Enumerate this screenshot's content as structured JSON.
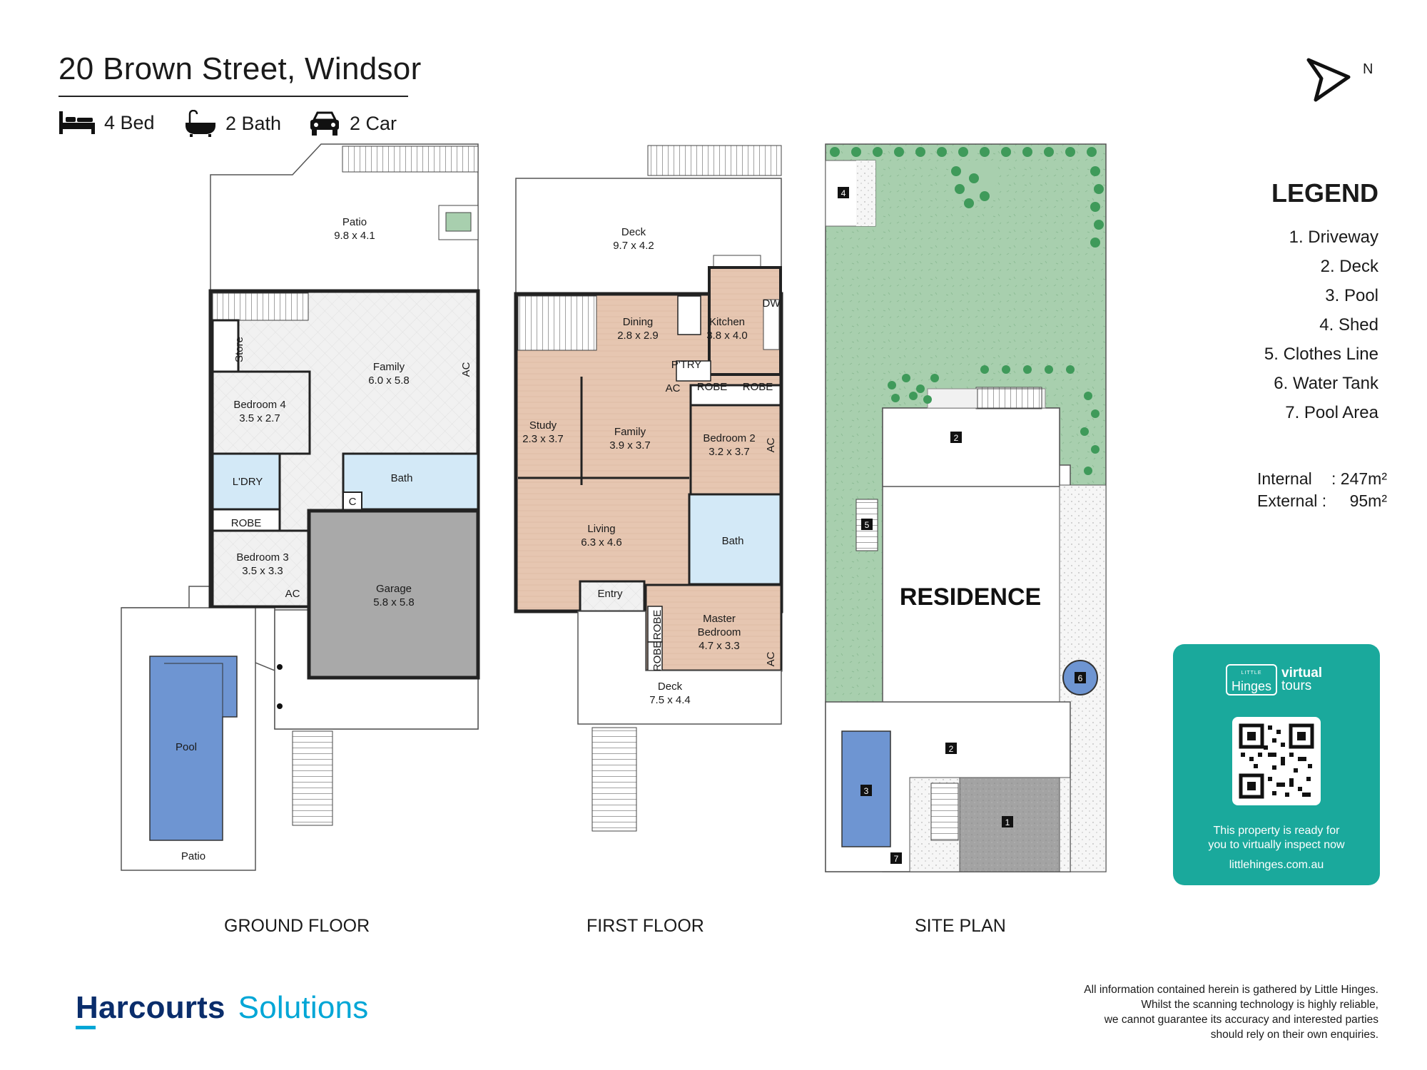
{
  "header": {
    "title": "20 Brown Street, Windsor",
    "features": [
      {
        "icon": "bed-icon",
        "label": "4 Bed"
      },
      {
        "icon": "bath-icon",
        "label": "2 Bath"
      },
      {
        "icon": "car-icon",
        "label": "2 Car"
      }
    ],
    "compass_label": "N"
  },
  "legend": {
    "title": "LEGEND",
    "items": [
      "1. Driveway",
      "2. Deck",
      "3. Pool",
      "4. Shed",
      "5. Clothes Line",
      "6. Water Tank",
      "7. Pool Area"
    ]
  },
  "areas": {
    "internal_label": "Internal",
    "internal_value": ": 247m²",
    "external_label": "External :",
    "external_value": "95m²"
  },
  "plans": {
    "ground_floor": {
      "label": "GROUND FLOOR",
      "rooms": {
        "patio_top": "Patio",
        "patio_top_dim": "9.8 x 4.1",
        "family": "Family",
        "family_dim": "6.0 x 5.8",
        "store": "Store",
        "bedroom4": "Bedroom 4",
        "bedroom4_dim": "3.5 x 2.7",
        "ldry": "L'DRY",
        "bath": "Bath",
        "c": "C",
        "robe": "ROBE",
        "bedroom3": "Bedroom 3",
        "bedroom3_dim": "3.5 x 3.3",
        "garage": "Garage",
        "garage_dim": "5.8 x 5.8",
        "pool": "Pool",
        "patio_bottom": "Patio",
        "ac1": "AC",
        "ac2": "AC"
      }
    },
    "first_floor": {
      "label": "FIRST FLOOR",
      "rooms": {
        "deck_top": "Deck",
        "deck_top_dim": "9.7 x 4.2",
        "dining": "Dining",
        "dining_dim": "2.8 x 2.9",
        "kitchen": "Kitchen",
        "kitchen_dim": "3.8 x 4.0",
        "dw": "DW",
        "ptry": "P'TRY",
        "robe1": "ROBE",
        "robe2": "ROBE",
        "study": "Study",
        "study_dim": "2.3 x 3.7",
        "family": "Family",
        "family_dim": "3.9 x 3.7",
        "bedroom2": "Bedroom 2",
        "bedroom2_dim": "3.2 x 3.7",
        "bath": "Bath",
        "living": "Living",
        "living_dim": "6.3 x 4.6",
        "entry": "Entry",
        "master": "Master",
        "master2": "Bedroom",
        "master_dim": "4.7 x 3.3",
        "robe3": "ROBE",
        "robe4": "ROBE",
        "deck_bottom": "Deck",
        "deck_bottom_dim": "7.5 x 4.4",
        "ac1": "AC",
        "ac2": "AC",
        "ac3": "AC"
      }
    },
    "site_plan": {
      "label": "SITE PLAN",
      "residence": "RESIDENCE",
      "markers": [
        "1",
        "2",
        "2",
        "3",
        "4",
        "5",
        "6",
        "7"
      ]
    }
  },
  "virtual_tour": {
    "brand_small": "LITTLE",
    "brand": "Hinges",
    "brand_right1": "virtual",
    "brand_right2": "tours",
    "line1": "This property is ready for",
    "line2": "you to virtually inspect now",
    "url": "littlehinges.com.au"
  },
  "footer": {
    "brand_bold": "Harcourts",
    "brand_light": "Solutions",
    "disclaimer": [
      "All information contained herein is gathered by Little Hinges.",
      "Whilst the scanning technology is highly reliable,",
      "we cannot guarantee its accuracy and interested parties",
      "should rely on their own enquiries."
    ]
  },
  "colors": {
    "floor_wood": "#e6c6b1",
    "floor_tile": "#efefef",
    "bath_blue": "#d3e9f7",
    "garage_grey": "#a9a9a9",
    "pool_blue": "#6e95d2",
    "lawn_green": "#a8cfae",
    "tree_green": "#3f9a5a",
    "brand_teal": "#1aa99c",
    "harcourts_navy": "#0a2d6b",
    "harcourts_cyan": "#00a6d6"
  }
}
